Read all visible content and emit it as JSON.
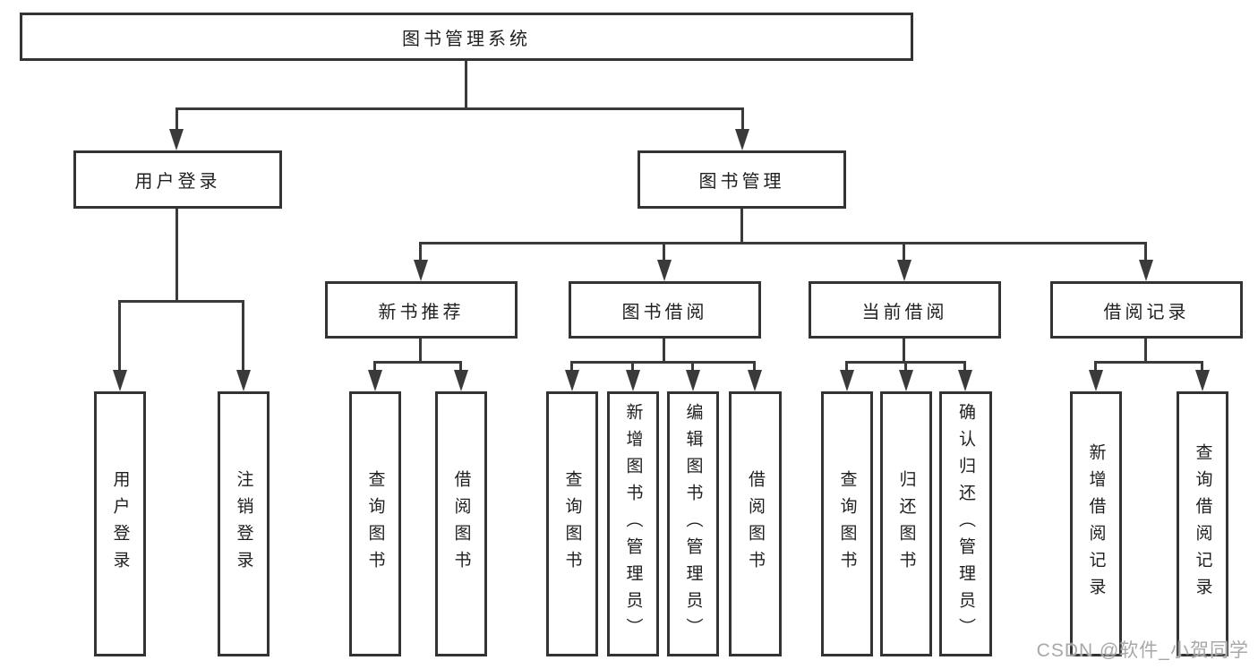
{
  "diagram": {
    "root": {
      "label": "图书管理系统"
    },
    "level2": [
      {
        "label": "用户登录"
      },
      {
        "label": "图书管理"
      }
    ],
    "level3": [
      {
        "label": "新书推荐"
      },
      {
        "label": "图书借阅"
      },
      {
        "label": "当前借阅"
      },
      {
        "label": "借阅记录"
      }
    ],
    "leaves": [
      {
        "label": "用户登录",
        "parent": "用户登录"
      },
      {
        "label": "注销登录",
        "parent": "用户登录"
      },
      {
        "label": "查询图书",
        "parent": "新书推荐"
      },
      {
        "label": "借阅图书",
        "parent": "新书推荐"
      },
      {
        "label": "查询图书",
        "parent": "图书借阅"
      },
      {
        "label": "新增图书（管理员）",
        "parent": "图书借阅"
      },
      {
        "label": "编辑图书（管理员）",
        "parent": "图书借阅"
      },
      {
        "label": "借阅图书",
        "parent": "图书借阅"
      },
      {
        "label": "查询图书",
        "parent": "当前借阅"
      },
      {
        "label": "归还图书",
        "parent": "当前借阅"
      },
      {
        "label": "确认归还（管理员）",
        "parent": "当前借阅"
      },
      {
        "label": "新增借阅记录",
        "parent": "借阅记录"
      },
      {
        "label": "查询借阅记录",
        "parent": "借阅记录"
      }
    ],
    "watermark": "CSDN @软件_小贺同学",
    "colors": {
      "line": "#3a3a3a",
      "border": "#333333",
      "text": "#1f1f1f",
      "watermark": "#a8a8a8",
      "background": "#ffffff"
    }
  }
}
